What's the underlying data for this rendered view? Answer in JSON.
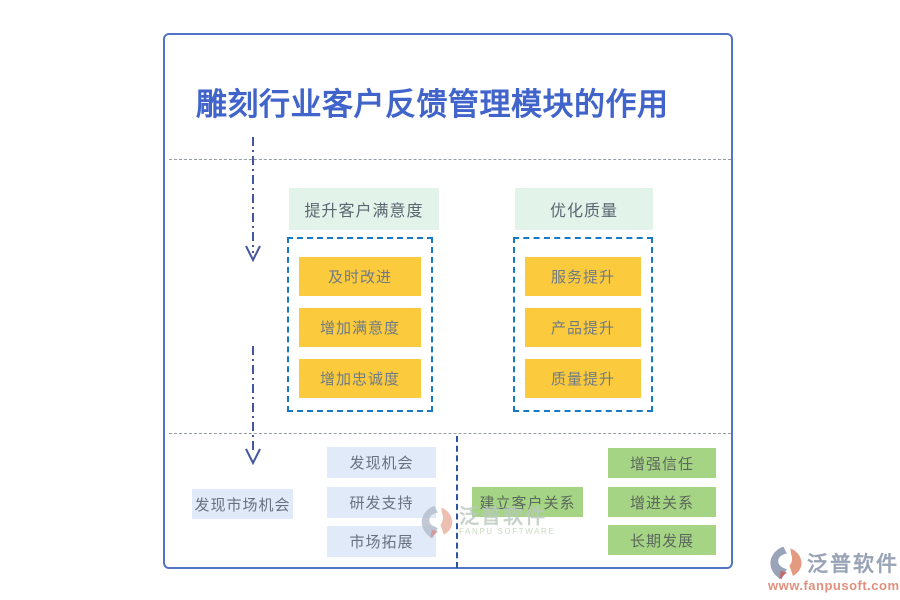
{
  "title": "雕刻行业客户反馈管理模块的作用",
  "columns": [
    {
      "header": "提升客户满意度",
      "items": [
        "及时改进",
        "增加满意度",
        "增加忠诚度"
      ]
    },
    {
      "header": "优化质量",
      "items": [
        "服务提升",
        "产品提升",
        "质量提升"
      ]
    }
  ],
  "bottom_left": {
    "label": "发现市场机会",
    "items": [
      "发现机会",
      "研发支持",
      "市场拓展"
    ]
  },
  "bottom_right": {
    "label": "建立客户关系",
    "items": [
      "增强信任",
      "增进关系",
      "长期发展"
    ]
  },
  "center_watermark": {
    "brand": "泛普软件",
    "subtitle": "FANPU SOFTWARE"
  },
  "footer_brand": {
    "name": "泛普软件",
    "url": "www.fanpusoft.com"
  },
  "colors": {
    "title": "#4164cb",
    "frame_border": "#5373c5",
    "header_bg": "#e2f3ea",
    "highlight_yellow": "#fcca3d",
    "chip_blue": "#e0eaf8",
    "chip_green": "#a6d485",
    "group_border": "#1779c5",
    "arrow": "#44569e"
  }
}
